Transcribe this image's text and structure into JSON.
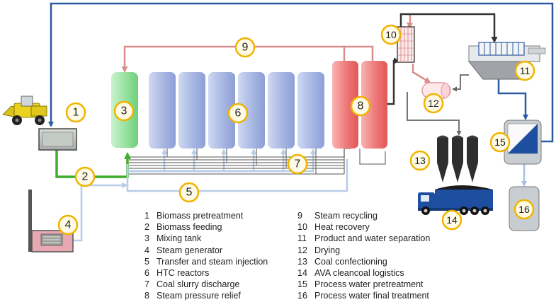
{
  "badges": {
    "b1": "1",
    "b2": "2",
    "b3": "3",
    "b4": "4",
    "b5": "5",
    "b6": "6",
    "b7": "7",
    "b8": "8",
    "b9": "9",
    "b10": "10",
    "b11": "11",
    "b12": "12",
    "b13": "13",
    "b14": "14",
    "b15": "15",
    "b16": "16"
  },
  "legend": {
    "left": [
      {
        "num": "1",
        "label": "Biomass pretreatment"
      },
      {
        "num": "2",
        "label": "Biomass feeding"
      },
      {
        "num": "3",
        "label": "Mixing tank"
      },
      {
        "num": "4",
        "label": "Steam generator"
      },
      {
        "num": "5",
        "label": "Transfer and steam injection"
      },
      {
        "num": "6",
        "label": "HTC reactors"
      },
      {
        "num": "7",
        "label": "Coal slurry discharge"
      },
      {
        "num": "8",
        "label": "Steam pressure relief"
      }
    ],
    "right": [
      {
        "num": "9",
        "label": "Steam recycling"
      },
      {
        "num": "10",
        "label": "Heat recovery"
      },
      {
        "num": "11",
        "label": "Product and water separation"
      },
      {
        "num": "12",
        "label": "Drying"
      },
      {
        "num": "13",
        "label": "Coal confectioning"
      },
      {
        "num": "14",
        "label": "AVA cleancoal logistics"
      },
      {
        "num": "15",
        "label": "Process water pretreatment"
      },
      {
        "num": "16",
        "label": "Process water final treatment"
      }
    ]
  },
  "colors": {
    "biomass_line": "#3fae2a",
    "steam_line": "#b8cde8",
    "recycle_line": "#d98e8e",
    "water_line": "#2c5aa0",
    "product_line": "#333333",
    "badge_fill": "#fffbe6",
    "badge_stroke": "#f0b400",
    "mixing_tank": "#9be3a4",
    "reactor": "#aab9e3",
    "relief": "#ee6f6f"
  },
  "icons": {
    "loader": "wheel-loader-icon",
    "truck": "coal-truck-icon",
    "silo": "silo-icon",
    "filter_press": "filter-press-icon",
    "heat_exchanger": "heat-exchanger-icon",
    "dryer": "dryer-drum-icon",
    "steam_generator": "steam-generator-icon"
  }
}
